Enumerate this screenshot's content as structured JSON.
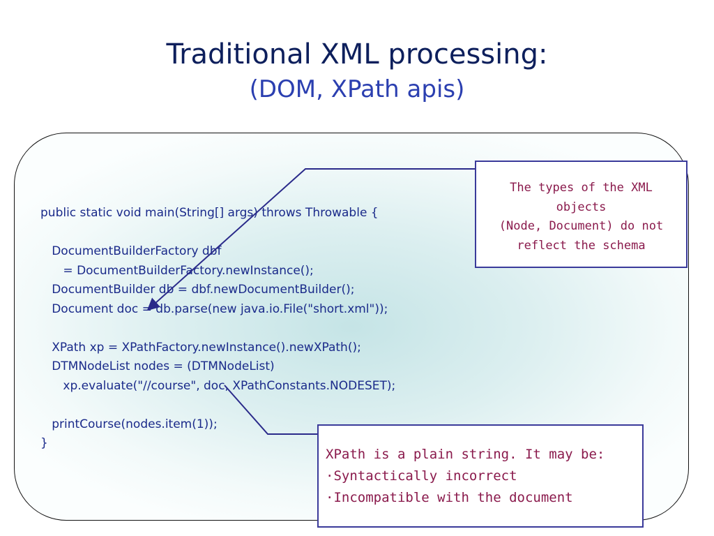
{
  "slide": {
    "title": "Traditional XML processing:",
    "subtitle": "(DOM, XPath apis)"
  },
  "code": {
    "lines": [
      "public static void main(String[] args) throws Throwable {",
      "",
      "   DocumentBuilderFactory dbf",
      "      = DocumentBuilderFactory.newInstance();",
      "   DocumentBuilder db = dbf.newDocumentBuilder();",
      "   Document doc = db.parse(new java.io.File(\"short.xml\"));",
      "",
      "   XPath xp = XPathFactory.newInstance().newXPath();",
      "   DTMNodeList nodes = (DTMNodeList)",
      "      xp.evaluate(\"//course\", doc, XPathConstants.NODESET);",
      "",
      "   printCourse(nodes.item(1));",
      "}"
    ]
  },
  "callouts": {
    "types_note": {
      "lines": [
        "The types of the XML",
        "objects",
        "(Node, Document) do not",
        "reflect the schema"
      ]
    },
    "xpath_note": {
      "lines": [
        "XPath is a plain string. It may be:",
        "·Syntactically incorrect",
        "·Incompatible with the document"
      ]
    }
  },
  "colors": {
    "title": "#0d1f5c",
    "subtitle": "#2b3fb0",
    "code_text": "#1a2a8a",
    "callout_text": "#8a1a4c",
    "callout_border": "#3a3a9a",
    "connector": "#2a2a8a"
  }
}
